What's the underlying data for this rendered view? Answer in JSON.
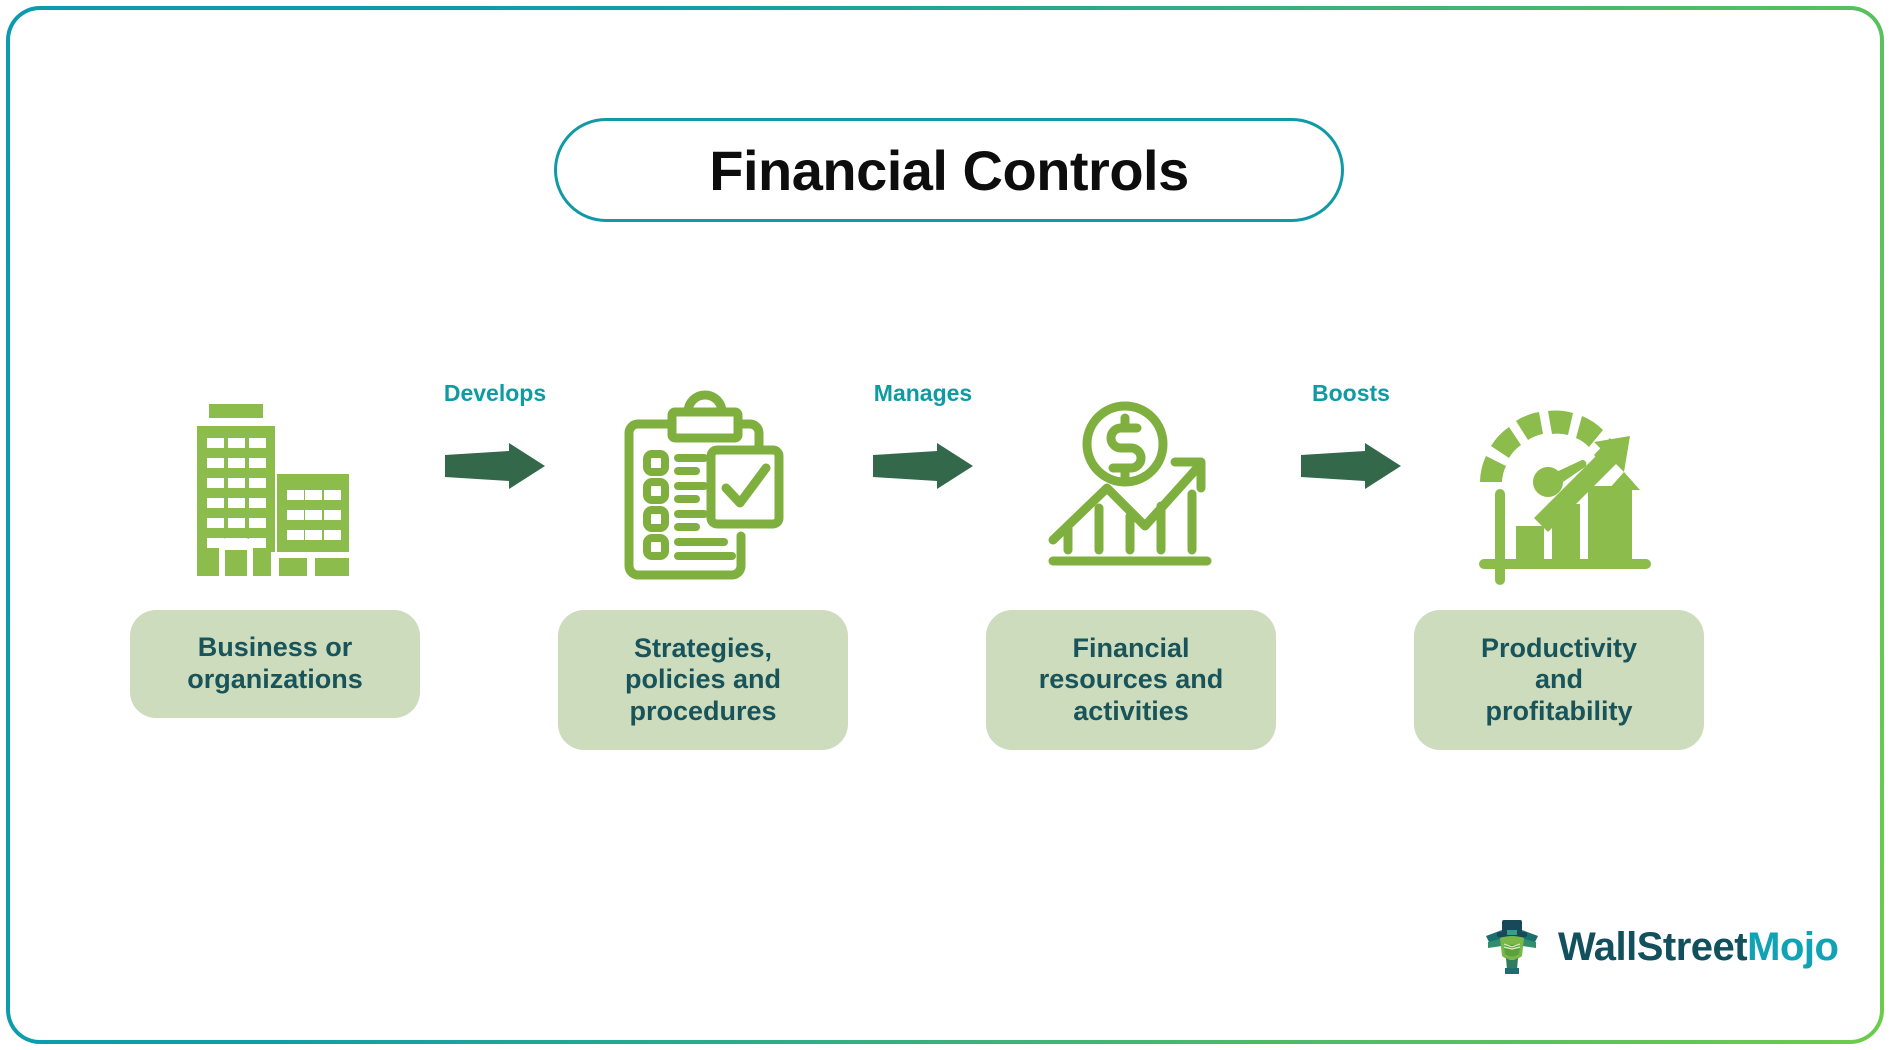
{
  "frame": {
    "border_gradient_from": "#0b9aae",
    "border_gradient_to": "#6ccc4a",
    "background": "#ffffff"
  },
  "header": {
    "title": "Financial Controls",
    "title_color": "#0d0d0d",
    "pill_border_color": "#109aa6"
  },
  "palette": {
    "icon_green": "#7fb03f",
    "icon_green_solid": "#8cbc4b",
    "arrow_green": "#33694a",
    "connector_teal": "#0f9ba4",
    "label_bg": "#cedcbe",
    "label_text": "#18545a"
  },
  "flow": {
    "stages": [
      {
        "icon": "office-buildings-icon",
        "label": "Business or\norganizations",
        "label_lines": [
          "Business or",
          "organizations"
        ]
      },
      {
        "icon": "clipboard-checklist-icon",
        "label": "Strategies,\npolicies and\nprocedures",
        "label_lines": [
          "Strategies,",
          "policies and",
          "procedures"
        ]
      },
      {
        "icon": "dollar-growth-chart-icon",
        "label": "Financial\nresources and\nactivities",
        "label_lines": [
          "Financial",
          "resources and",
          "activities"
        ]
      },
      {
        "icon": "gauge-bar-chart-icon",
        "label": "Productivity\nand\nprofitability",
        "label_lines": [
          "Productivity",
          "and",
          "profitability"
        ]
      }
    ],
    "connectors": [
      {
        "label": "Develops",
        "icon": "arrow-right-icon"
      },
      {
        "label": "Manages",
        "icon": "arrow-right-icon"
      },
      {
        "label": "Boosts",
        "icon": "arrow-right-icon"
      }
    ]
  },
  "logo": {
    "icon": "wallstreetmojo-mascot-icon",
    "text_primary": "WallStreet",
    "text_accent": "Mojo",
    "primary_color": "#11505c",
    "accent_color": "#10a3b5"
  }
}
